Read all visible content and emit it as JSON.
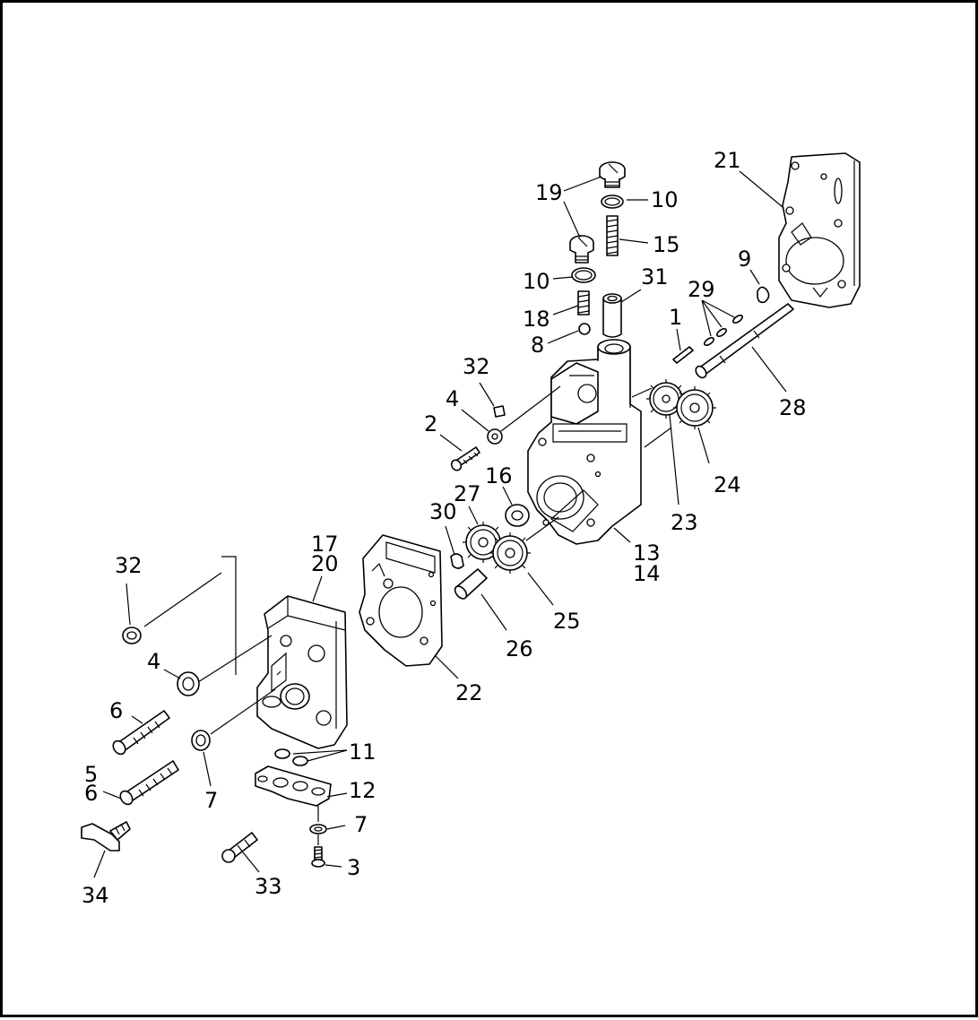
{
  "diagram": {
    "callouts": [
      {
        "id": "c1",
        "text": "1"
      },
      {
        "id": "c2",
        "text": "2"
      },
      {
        "id": "c3",
        "text": "3"
      },
      {
        "id": "c4a",
        "text": "4"
      },
      {
        "id": "c4b",
        "text": "4"
      },
      {
        "id": "c5",
        "text": "5"
      },
      {
        "id": "c6a",
        "text": "6"
      },
      {
        "id": "c6b",
        "text": "6"
      },
      {
        "id": "c7a",
        "text": "7"
      },
      {
        "id": "c7b",
        "text": "7"
      },
      {
        "id": "c8",
        "text": "8"
      },
      {
        "id": "c9",
        "text": "9"
      },
      {
        "id": "c10a",
        "text": "10"
      },
      {
        "id": "c10b",
        "text": "10"
      },
      {
        "id": "c11",
        "text": "11"
      },
      {
        "id": "c12",
        "text": "12"
      },
      {
        "id": "c13",
        "text": "13"
      },
      {
        "id": "c14",
        "text": "14"
      },
      {
        "id": "c15",
        "text": "15"
      },
      {
        "id": "c16",
        "text": "16"
      },
      {
        "id": "c17",
        "text": "17"
      },
      {
        "id": "c18",
        "text": "18"
      },
      {
        "id": "c19",
        "text": "19"
      },
      {
        "id": "c20",
        "text": "20"
      },
      {
        "id": "c21",
        "text": "21"
      },
      {
        "id": "c22",
        "text": "22"
      },
      {
        "id": "c23",
        "text": "23"
      },
      {
        "id": "c24",
        "text": "24"
      },
      {
        "id": "c25",
        "text": "25"
      },
      {
        "id": "c26",
        "text": "26"
      },
      {
        "id": "c27",
        "text": "27"
      },
      {
        "id": "c28",
        "text": "28"
      },
      {
        "id": "c29",
        "text": "29"
      },
      {
        "id": "c30",
        "text": "30"
      },
      {
        "id": "c31",
        "text": "31"
      },
      {
        "id": "c32a",
        "text": "32"
      },
      {
        "id": "c32b",
        "text": "32"
      },
      {
        "id": "c33",
        "text": "33"
      },
      {
        "id": "c34",
        "text": "34"
      }
    ]
  }
}
